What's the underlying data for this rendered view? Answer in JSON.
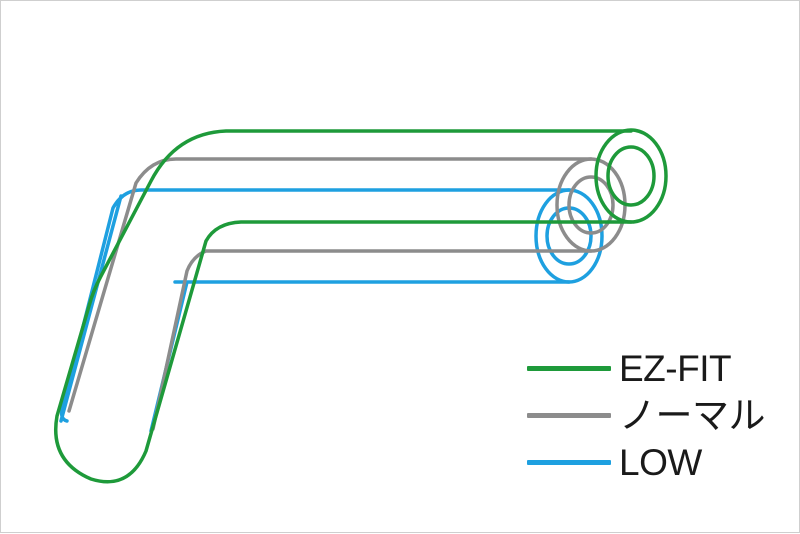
{
  "legend": [
    {
      "label": "EZ-FIT",
      "color": "#1e9a3a"
    },
    {
      "label": "ノーマル",
      "color": "#8c8c8c"
    },
    {
      "label": "LOW",
      "color": "#1ea0e0"
    }
  ]
}
